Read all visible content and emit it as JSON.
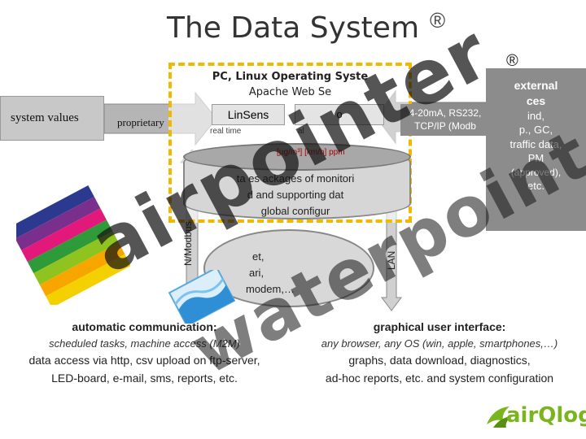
{
  "title": "The Data System",
  "registered_mark": "®",
  "left_box": {
    "label": "system values"
  },
  "left_arrow": {
    "label": "proprietary"
  },
  "pc_box": {
    "line1": "PC, Linux Operating Syste",
    "line2": "Apache Web Se",
    "linsens_label": "LinSens",
    "realtime_label": "real time",
    "mid_label": "o",
    "mid_sub": "al"
  },
  "database": {
    "units": "[µg/m³]   [km/h]   ppm",
    "line1": "ta   es   ackages of monitori",
    "line2": "d   and supporting dat",
    "line3": "global configur"
  },
  "external": {
    "title_1": "external",
    "title_2": "ces",
    "line1": "ind,",
    "line2": "p., GC,",
    "line3": "traffic data,",
    "line4": "PM",
    "line5": "(approved),",
    "line6": "etc.",
    "inputs_1": "4-20mA, RS232,",
    "inputs_2": "TCP/IP (Modb"
  },
  "left_vertical_label": "N/Modbus",
  "right_vertical_label": "LAN",
  "cloud": {
    "line1": "et,",
    "line2": "ari,",
    "line3": "modem,…"
  },
  "automatic": {
    "heading": "automatic communication:",
    "line1": "scheduled tasks, machine access (M2M)",
    "line2": "data access via http, csv upload on ftp-server,",
    "line3": "LED-board, e-mail, sms, reports, etc."
  },
  "gui": {
    "heading": "graphical user interface:",
    "line1": "any browser, any OS (win, apple, smartphones,…)",
    "line2": "graphs, data download, diagnostics,",
    "line3": "ad-hoc reports, etc. and system configuration"
  },
  "watermark": {
    "top": "airpointer",
    "bottom": "waterpointer"
  },
  "logo": {
    "text": "airQlog"
  },
  "colors": {
    "accent_yellow": "#f2b800",
    "grey_box": "#8c8c8c",
    "logo_green": "#7ab51d",
    "arrow_grey": "#b5b5b5"
  }
}
